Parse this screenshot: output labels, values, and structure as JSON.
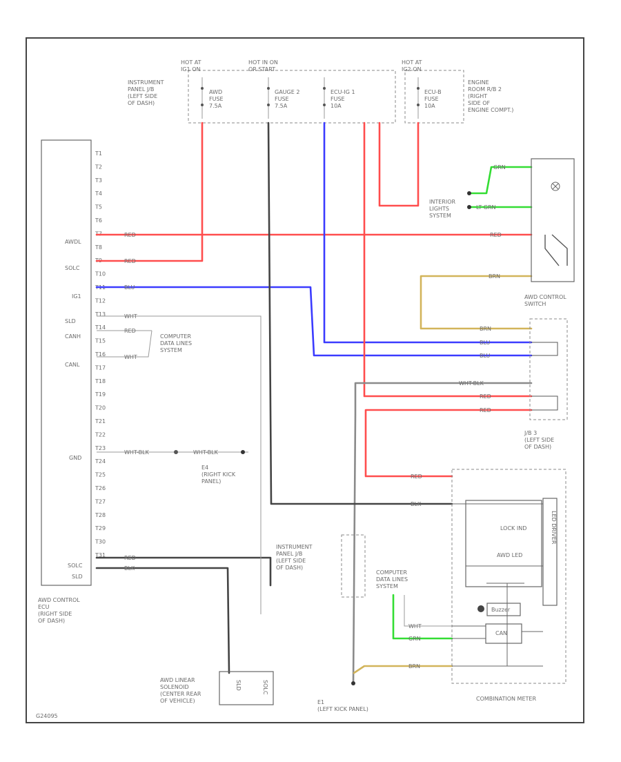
{
  "colors": {
    "red": "#ff4d4d",
    "blue": "#3b3bff",
    "black": "#444444",
    "green": "#33dd33",
    "tan": "#d2b45a",
    "gray": "#8a8a8a"
  },
  "fuses": {
    "hot_ig1": "HOT AT\nIG1 ON",
    "hot_always": "HOT IN ON\nOR START",
    "hot_ig2": "HOT AT\nIG2 ON",
    "ipjb": "INSTRUMENT\nPANEL J/B\n(LEFT SIDE\nOF DASH)",
    "ecu_fuse": "AWD\nFUSE\n7.5A",
    "gauge_fuse": "GAUGE 2\nFUSE\n7.5A",
    "ecu_ig_fuse": "ECU-IG 1\nFUSE\n10A",
    "ecu_b_fuse": "ECU-B\nFUSE\n10A",
    "engine_room": "ENGINE\nROOM R/B 2\n(RIGHT\nSIDE OF\nENGINE COMPT.)"
  },
  "ecu": {
    "name": "AWD CONTROL\nECU\n(RIGHT SIDE\nOF DASH)",
    "pins": [
      "T1",
      "T2",
      "T3",
      "T4",
      "T5",
      "T6",
      "T7",
      "T8",
      "T9",
      "T10",
      "T11",
      "T12",
      "T13",
      "T14",
      "T15",
      "T16",
      "T17",
      "T18",
      "T19",
      "T20",
      "T21",
      "T22",
      "T23",
      "T24",
      "T25",
      "T26",
      "T27",
      "T28",
      "T29",
      "T30",
      "T31"
    ],
    "labels": {
      "awdl": "AWDL",
      "solc": "SOLC",
      "ig1": "IG1",
      "sld": "SLD",
      "canh": "CANH",
      "canl": "CANL",
      "gnd": "GND",
      "solc2": "SOLC",
      "sld2": "SLD"
    }
  },
  "wires": {
    "red": "RED",
    "blu": "BLU",
    "wht": "WHT",
    "wht_blk": "WHT-BLK",
    "blk": "BLK",
    "grn": "GRN",
    "lt_grn": "LT GRN",
    "brn": "BRN"
  },
  "labels": {
    "interior": "INTERIOR\nLIGHTS\nSYSTEM",
    "awd_switch": "AWD CONTROL\nSWITCH",
    "can_system": "COMPUTER\nDATA LINES\nSYSTEM",
    "can_system2": "COMPUTER\nDATA LINES\nSYSTEM",
    "e4": "E4\n(RIGHT KICK\nPANEL)",
    "jb3": "J/B 3\n(LEFT SIDE\nOF DASH)",
    "ipjb2": "INSTRUMENT\nPANEL J/B\n(LEFT SIDE\nOF DASH)",
    "lock_ind": "LOCK IND",
    "awd_led": "AWD LED",
    "combination_meter": "COMBINATION METER",
    "solenoid": "AWD LINEAR\nSOLENOID\n(CENTER REAR\nOF VEHICLE)",
    "sol_p1": "SLD",
    "sol_p2": "SOLC",
    "e1": "E1\n(LEFT KICK PANEL)",
    "cpu_right": "LED DRIVER",
    "can": "CAN",
    "buzzer": "Buzzer",
    "caption": "G24095"
  }
}
